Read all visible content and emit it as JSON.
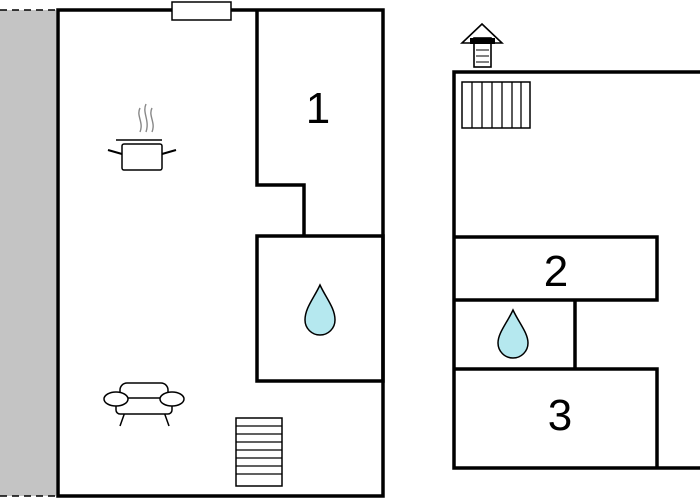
{
  "rooms": {
    "room_1": {
      "number": "1"
    },
    "room_2": {
      "number": "2"
    },
    "room_3": {
      "number": "3"
    }
  },
  "colors": {
    "walls": "#000000",
    "outdoor_area": "#c4c4c4",
    "water_drop": "#b5e8ef",
    "steam": "#888888",
    "background": "#ffffff"
  },
  "icons": {
    "kitchen": "cooking-pot-icon",
    "bathroom": "water-drop-icon",
    "living_room": "sofa-icon",
    "stairs": "staircase-icon",
    "chimney": "chimney-icon",
    "fireplace": "stove-grille-icon"
  }
}
